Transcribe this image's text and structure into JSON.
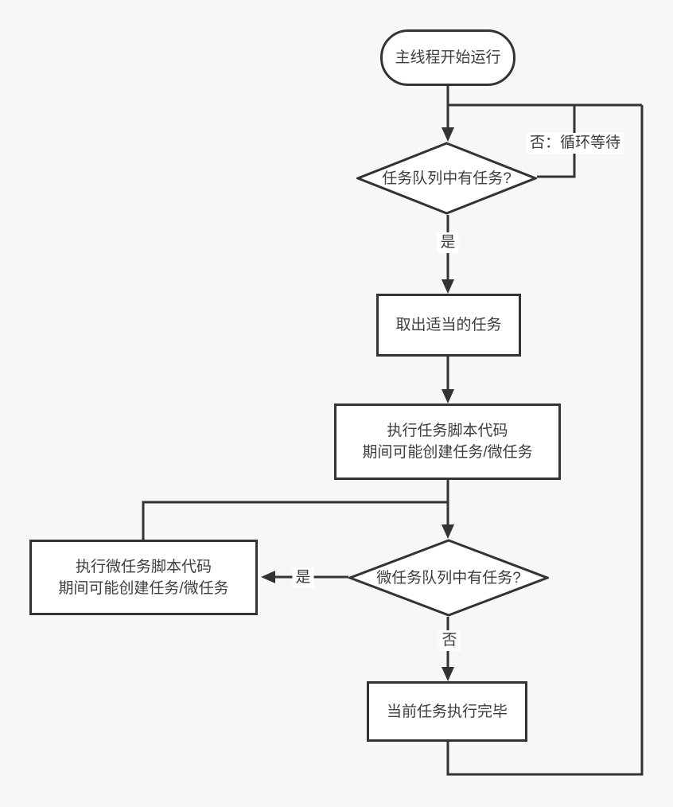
{
  "canvas": {
    "background_color": "#f7f7f7",
    "line_color": "#333333",
    "shape_fill_color": "#ffffff",
    "text_color": "#3d3d3d"
  },
  "nodes": {
    "start": {
      "type": "terminator",
      "label": "主线程开始运行"
    },
    "decision_task_queue": {
      "type": "decision",
      "label": "任务队列中有任务?"
    },
    "fetch_task": {
      "type": "process",
      "label": "取出适当的任务"
    },
    "exec_task": {
      "type": "process",
      "line1": "执行任务脚本代码",
      "line2": "期间可能创建任务/微任务"
    },
    "decision_microtask_queue": {
      "type": "decision",
      "label": "微任务队列中有任务?"
    },
    "exec_microtask": {
      "type": "process",
      "line1": "执行微任务脚本代码",
      "line2": "期间可能创建任务/微任务"
    },
    "task_done": {
      "type": "process",
      "label": "当前任务执行完毕"
    }
  },
  "edge_labels": {
    "no_loop_wait": "否：循环等待",
    "yes_fetch": "是",
    "yes_microtask": "是",
    "no_done": "否"
  }
}
